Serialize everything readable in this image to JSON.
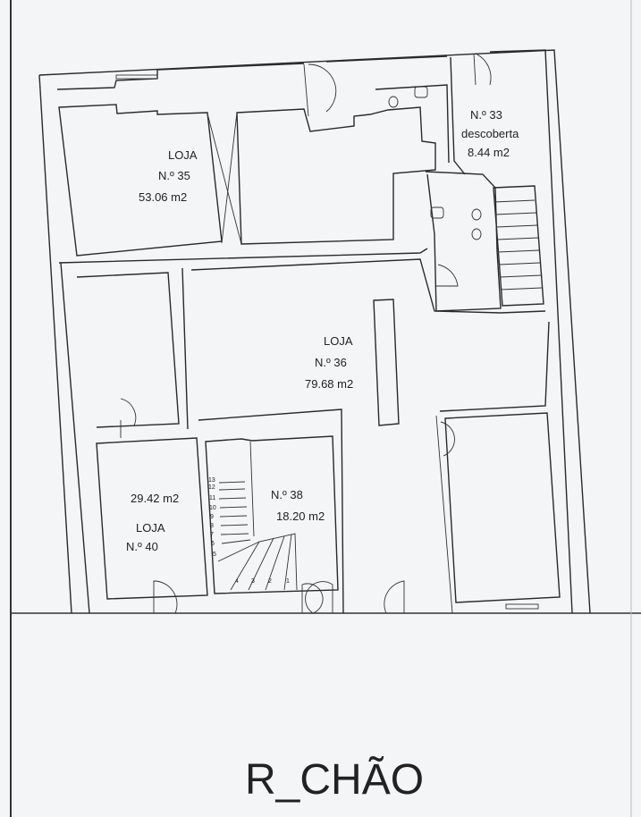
{
  "drawing_title": "R_CHÃO",
  "rooms": [
    {
      "label": "LOJA",
      "number": "N.º   35",
      "area": "53.06 m2"
    },
    {
      "number": "N.º   33",
      "note": "descoberta",
      "area": "8.44 m2"
    },
    {
      "label": "LOJA",
      "number": "N.º   36",
      "area": "79.68 m2"
    },
    {
      "label": "LOJA",
      "number": "N.º   40",
      "area": "29.42 m2"
    },
    {
      "number": "N.º   38",
      "area": "18.20 m2"
    }
  ],
  "stair_steps": [
    "1",
    "2",
    "3",
    "4",
    "5",
    "6",
    "7",
    "8",
    "9",
    "10",
    "11",
    "12",
    "13"
  ]
}
